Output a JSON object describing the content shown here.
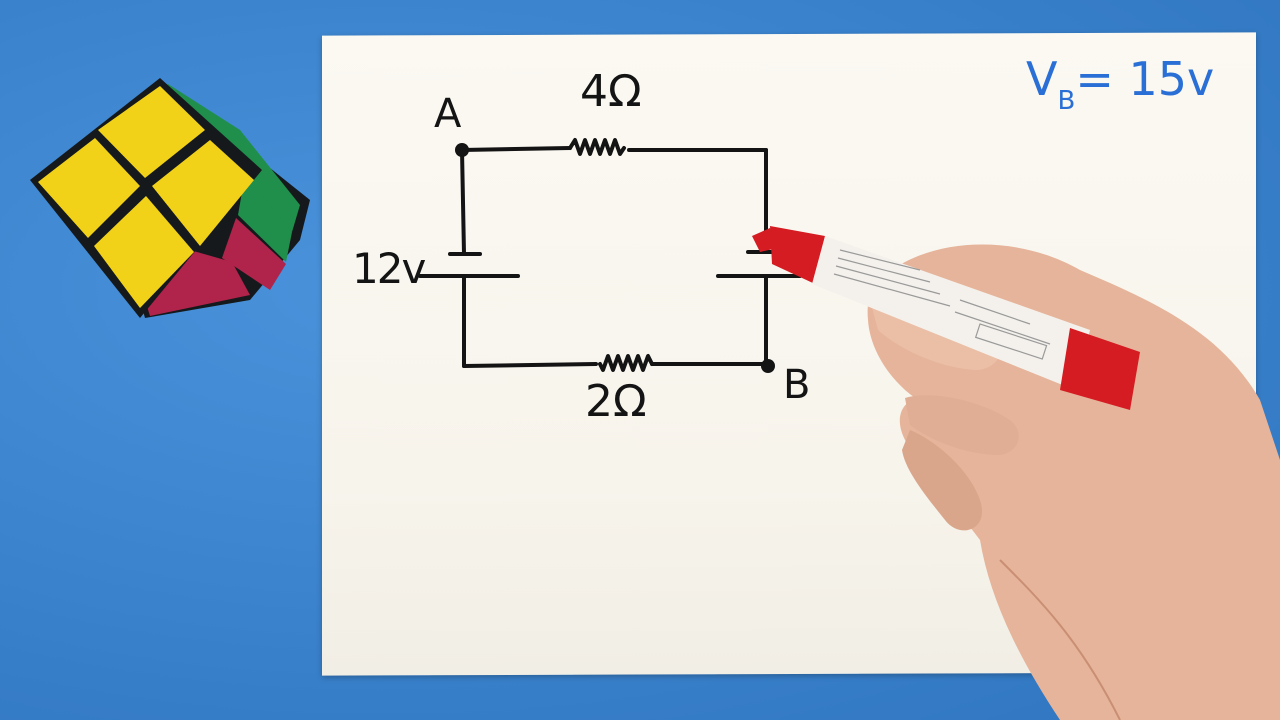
{
  "scene": {
    "colors": {
      "background": "#3d86cf",
      "whiteboard": "#f8f6ef",
      "ink": "#141414",
      "annotation_blue": "#2a6fd6",
      "marker_red": "#d41c22",
      "cube_yellow": "#f2d219",
      "cube_green": "#1f8f4b",
      "cube_red": "#b0234a"
    },
    "objects": [
      "rubiks-cube",
      "whiteboard",
      "hand",
      "red-marker"
    ]
  },
  "circuit": {
    "node_a": "A",
    "node_b": "B",
    "resistor_top": "4Ω",
    "resistor_bottom": "2Ω",
    "battery_left": "12v"
  },
  "annotation": {
    "v_prefix": "V",
    "v_sub": "B",
    "v_value": "= 15v"
  }
}
